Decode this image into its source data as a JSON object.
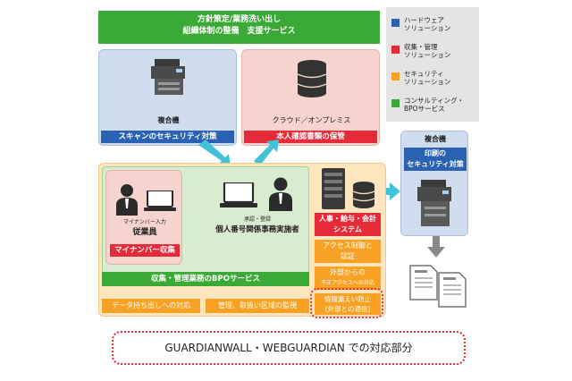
{
  "colors": {
    "hardware": "#2a61b0",
    "collection": "#e52a3a",
    "security": "#f7a224",
    "consulting": "#3aa935",
    "arrow": "#42c2d9"
  },
  "top_bar": {
    "line1": "方針策定/業務洗い出し",
    "line2": "組織体制の整備　支援サービス"
  },
  "legend": [
    {
      "line1": "ハードウェア",
      "line2": "ソリューション",
      "color": "#2a61b0"
    },
    {
      "line1": "収集・管理",
      "line2": "ソリューション",
      "color": "#e52a3a"
    },
    {
      "line1": "セキュリティ",
      "line2": "ソリューション",
      "color": "#f7a224"
    },
    {
      "line1": "コンサルティング・",
      "line2": "BPOサービス",
      "color": "#3aa935"
    }
  ],
  "scan_panel": {
    "device_label": "複合機",
    "title": "スキャンのセキュリティ対策",
    "icon": "multifunction-printer-icon"
  },
  "cloud_panel": {
    "label": "クラウド／オンプレミス",
    "title": "本人確認書類の保管",
    "icon": "database-icon"
  },
  "print_panel": {
    "device_label": "複合機",
    "title_line1": "印刷の",
    "title_line2": "セキュリティ対策",
    "icon": "multifunction-printer-icon"
  },
  "employee": {
    "input_label": "マイナンバー入力",
    "role": "従業員",
    "collect_label": "マイナンバー収集",
    "icons": [
      "person-icon",
      "laptop-icon"
    ]
  },
  "staff": {
    "small_label": "承認・登録",
    "role": "個人番号関係事務実施者",
    "icons": [
      "laptop-icon",
      "person-icon"
    ]
  },
  "bpo_bar": "収集・管理業務のBPOサービス",
  "bottom_items": [
    "データ持ち出しへの対応",
    "管理、取扱い区域の監視"
  ],
  "system": {
    "title_line1": "人事・給与・会計",
    "title_line2": "システム",
    "items": [
      {
        "line1": "アクセス制御と",
        "line2": "認証"
      },
      {
        "line1": "外部からの",
        "line2": "不正アクセスへの対応"
      },
      {
        "line1": "情報漏えい防止",
        "line2": "(外部との通信)"
      }
    ],
    "icons": [
      "server-icon",
      "database-icon"
    ]
  },
  "documents": [
    "document-icon",
    "document-icon"
  ],
  "guardian_note": "GUARDIANWALL・WEBGUARDIAN での対応部分"
}
